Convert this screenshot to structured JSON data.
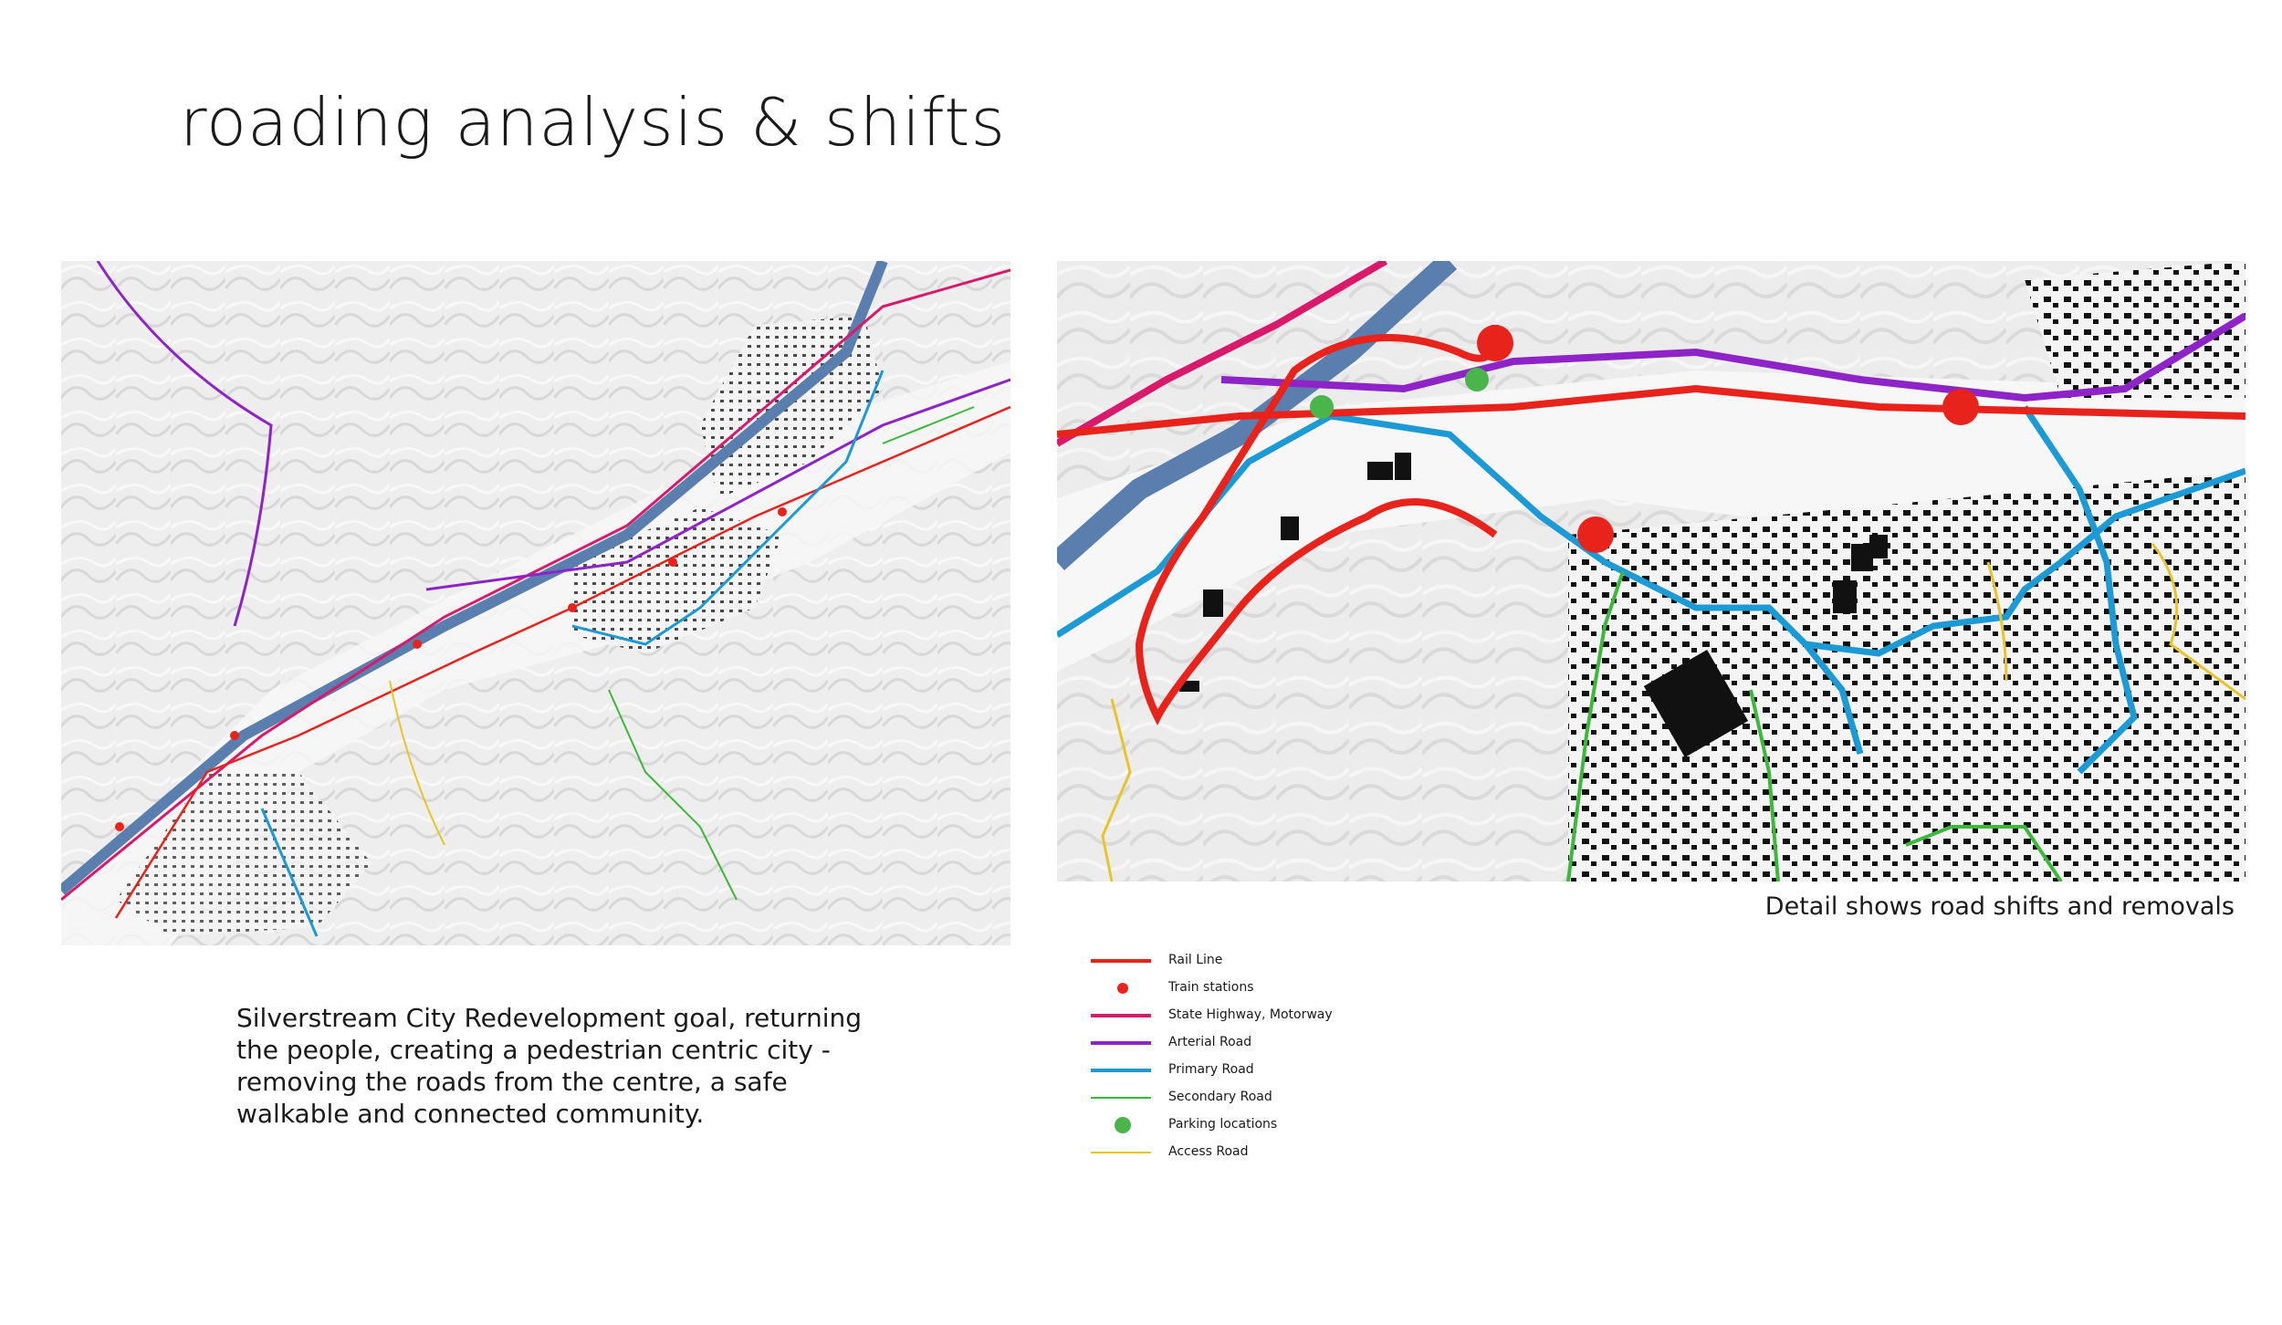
{
  "title": "roading analysis & shifts",
  "caption": "Detail shows road shifts and removals",
  "description": "Silverstream City Redevelopment goal, returning the people, creating a pedestrian centric city - removing the roads from the centre, a safe walkable and connected community.",
  "colors": {
    "rail": "#e8231c",
    "station": "#e8231c",
    "state_highway": "#d91a6b",
    "arterial": "#8e24c7",
    "primary": "#1b9ad6",
    "secondary": "#3cb83a",
    "parking": "#4ab54a",
    "access": "#e8c42a",
    "river": "#5a7fae",
    "buildings": "#111111"
  },
  "legend": [
    {
      "label": "Rail Line",
      "symbol": "line",
      "color": "#e8231c"
    },
    {
      "label": "Train stations",
      "symbol": "dot",
      "color": "#e8231c"
    },
    {
      "label": "State Highway, Motorway",
      "symbol": "line",
      "color": "#d91a6b"
    },
    {
      "label": "Arterial Road",
      "symbol": "line",
      "color": "#8e24c7"
    },
    {
      "label": "Primary Road",
      "symbol": "line",
      "color": "#1b9ad6"
    },
    {
      "label": "Secondary Road",
      "symbol": "line",
      "color": "#3cb83a"
    },
    {
      "label": "Parking locations",
      "symbol": "dot",
      "color": "#4ab54a"
    },
    {
      "label": "Access Road",
      "symbol": "line",
      "color": "#e8c42a"
    }
  ]
}
